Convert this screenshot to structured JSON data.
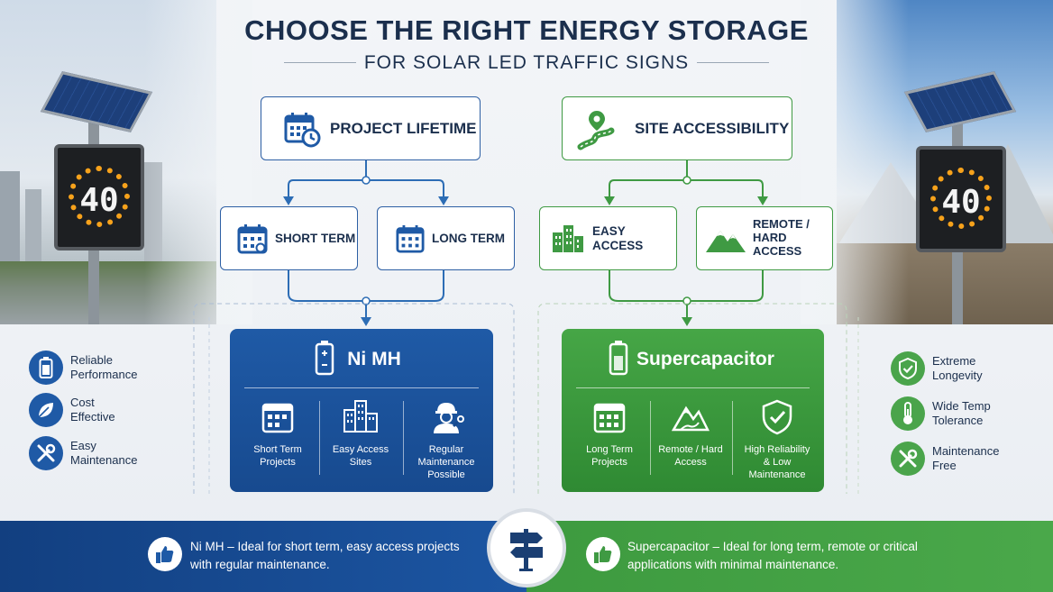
{
  "header": {
    "title": "CHOOSE THE RIGHT ENERGY STORAGE",
    "subtitle": "FOR SOLAR LED TRAFFIC SIGNS"
  },
  "scenery": {
    "sign_speed": "40"
  },
  "criteria": {
    "project_lifetime": {
      "label": "PROJECT LIFETIME",
      "options": {
        "short": "SHORT TERM",
        "long": "LONG TERM"
      }
    },
    "site_accessibility": {
      "label": "SITE ACCESSIBILITY",
      "options": {
        "easy": "EASY ACCESS",
        "remote_line1": "REMOTE /",
        "remote_line2": "HARD ACCESS"
      }
    }
  },
  "results": {
    "nimh": {
      "title": "Ni MH",
      "features": [
        {
          "line1": "Short Term",
          "line2": "Projects",
          "line3": ""
        },
        {
          "line1": "Easy Access",
          "line2": "Sites",
          "line3": ""
        },
        {
          "line1": "Regular",
          "line2": "Maintenance",
          "line3": "Possible"
        }
      ]
    },
    "supercap": {
      "title": "Supercapacitor",
      "features": [
        {
          "line1": "Long Term",
          "line2": "Projects",
          "line3": ""
        },
        {
          "line1": "Remote / Hard",
          "line2": "Access",
          "line3": ""
        },
        {
          "line1": "High Reliability",
          "line2": "& Low",
          "line3": "Maintenance"
        }
      ]
    }
  },
  "benefits": {
    "left": [
      {
        "line1": "Reliable",
        "line2": "Performance",
        "icon": "battery-icon"
      },
      {
        "line1": "Cost",
        "line2": "Effective",
        "icon": "leaf-icon"
      },
      {
        "line1": "Easy",
        "line2": "Maintenance",
        "icon": "tools-icon"
      }
    ],
    "right": [
      {
        "line1": "Extreme",
        "line2": "Longevity",
        "icon": "shield-check-icon"
      },
      {
        "line1": "Wide Temp",
        "line2": "Tolerance",
        "icon": "thermometer-icon"
      },
      {
        "line1": "Maintenance",
        "line2": "Free",
        "icon": "tools-icon"
      }
    ]
  },
  "conclusion": {
    "nimh_line1": "Ni MH – Ideal for short term, easy access projects",
    "nimh_line2": "with regular maintenance.",
    "supercap_line1": "Supercapacitor – Ideal for long term, remote or critical",
    "supercap_line2": "applications with minimal maintenance."
  },
  "colors": {
    "navy": "#1b2f4d",
    "blue": "#1f5aa6",
    "green": "#46a646",
    "flow_blue": "#2d6db5",
    "flow_green": "#3f9a43"
  }
}
